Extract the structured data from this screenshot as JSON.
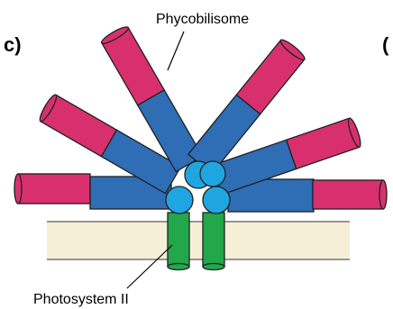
{
  "panel_letter": "c)",
  "edge_glyph": "(",
  "labels": {
    "top": "Phycobilisome",
    "bottom": "Photosystem II"
  },
  "colors": {
    "rod_tip": "#d8306e",
    "rod_body": "#2f6db5",
    "core": "#1fa6e0",
    "psii": "#22a84a",
    "membrane": "#f6efd8",
    "outline": "#202020"
  }
}
